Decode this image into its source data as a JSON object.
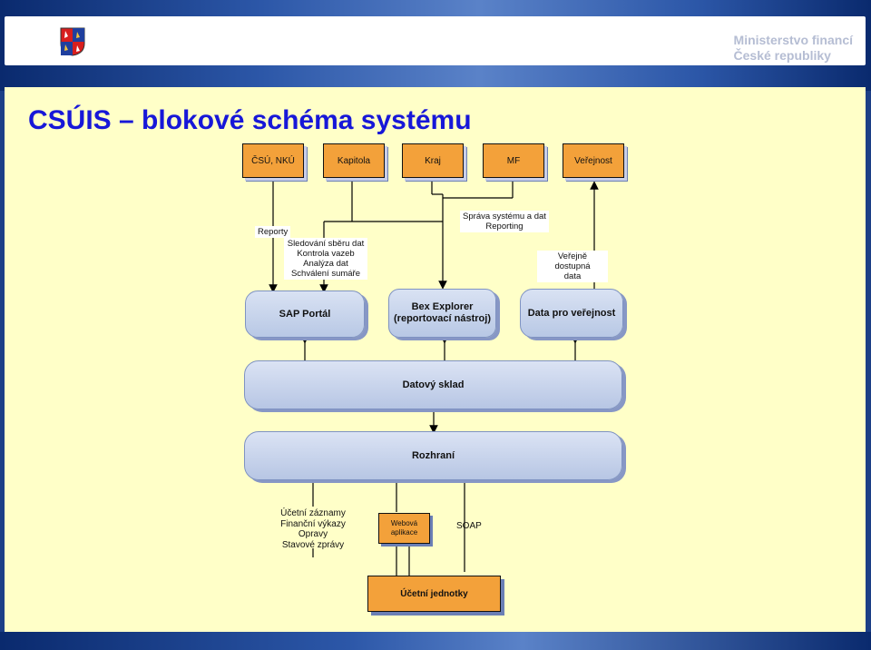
{
  "header": {
    "ministry_line1": "Ministerstvo financí",
    "ministry_line2": "České republiky"
  },
  "title": "CSÚIS – blokové schéma systému",
  "sources": [
    "ČSÚ, NKÚ",
    "Kapitola",
    "Kraj",
    "MF",
    "Veřejnost"
  ],
  "labels": {
    "reporty": "Reporty",
    "left_flows": [
      "Sledování sběru dat",
      "Kontrola vazeb",
      "Analýza dat",
      "Schválení sumáře"
    ],
    "sprava": [
      "Správa systému a dat",
      "Reporting"
    ],
    "verejne": [
      "Veřejně dostupná",
      "data"
    ]
  },
  "components": {
    "sap": "SAP Portál",
    "bex": [
      "Bex Explorer",
      "(reportovací nástroj)"
    ],
    "data_public": "Data pro veřejnost",
    "warehouse": "Datový sklad",
    "interface": "Rozhraní"
  },
  "bottom": {
    "left_items": [
      "Účetní záznamy",
      "Finanční výkazy",
      "Opravy",
      "Stavové zprávy"
    ],
    "web_app": [
      "Webová",
      "aplikace"
    ],
    "soap": "SOAP",
    "units": "Účetní jednotky"
  },
  "colors": {
    "title": "#1717d8",
    "source_box": "#f3a13a",
    "slide_bg": "#ffffc8",
    "component_fill": "#c9d5ec"
  }
}
